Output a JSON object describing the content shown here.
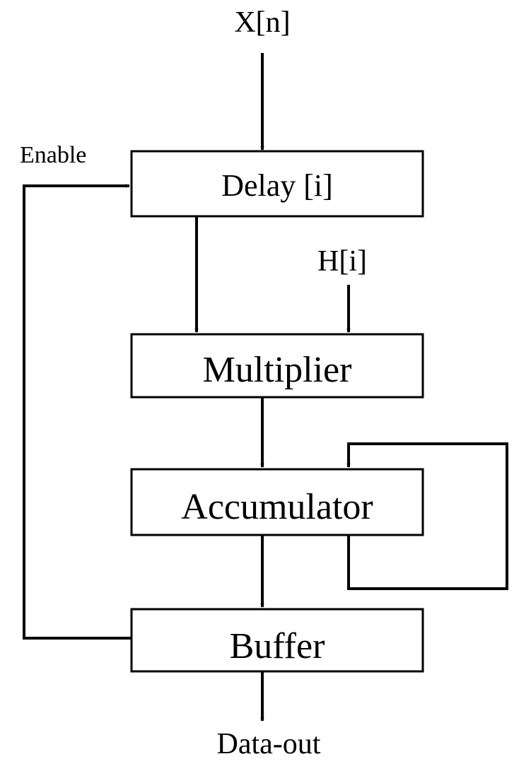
{
  "diagram": {
    "inputs": {
      "x_input": "X[n]",
      "h_input": "H[i]",
      "enable": "Enable"
    },
    "blocks": {
      "delay": "Delay [i]",
      "multiplier": "Multiplier",
      "accumulator": "Accumulator",
      "buffer": "Buffer"
    },
    "outputs": {
      "data_out": "Data-out"
    },
    "colors": {
      "stroke": "#000000",
      "background": "#ffffff"
    }
  }
}
